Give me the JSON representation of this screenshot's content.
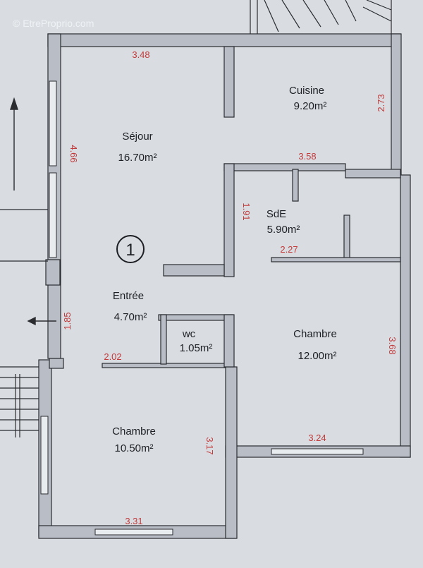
{
  "watermark": "© EtreProprio.com",
  "plan_marker": "1",
  "rooms": {
    "sejour": {
      "name": "Séjour",
      "area": "16.70m²"
    },
    "cuisine": {
      "name": "Cuisine",
      "area": "9.20m²"
    },
    "sde": {
      "name": "SdE",
      "area": "5.90m²"
    },
    "entree": {
      "name": "Entrée",
      "area": "4.70m²"
    },
    "wc": {
      "name": "wc",
      "area": "1.05m²"
    },
    "chambre_right": {
      "name": "Chambre",
      "area": "12.00m²"
    },
    "chambre_left": {
      "name": "Chambre",
      "area": "10.50m²"
    }
  },
  "dimensions": {
    "sejour_width": "3.48",
    "sejour_depth": "4.66",
    "cuisine_depth": "2.73",
    "cuisine_width": "3.58",
    "sde_depth": "1.91",
    "sde_width": "2.27",
    "entree_depth": "1.85",
    "entree_width": "2.02",
    "chambre_right_depth": "3.68",
    "chambre_right_width": "3.24",
    "chambre_left_depth": "3.17",
    "chambre_left_width": "3.31"
  },
  "colors": {
    "wall_fill": "#b9bec6",
    "wall_stroke": "#2a2c30",
    "dimension_text": "#c23a3a",
    "room_text": "#1d1f24"
  }
}
